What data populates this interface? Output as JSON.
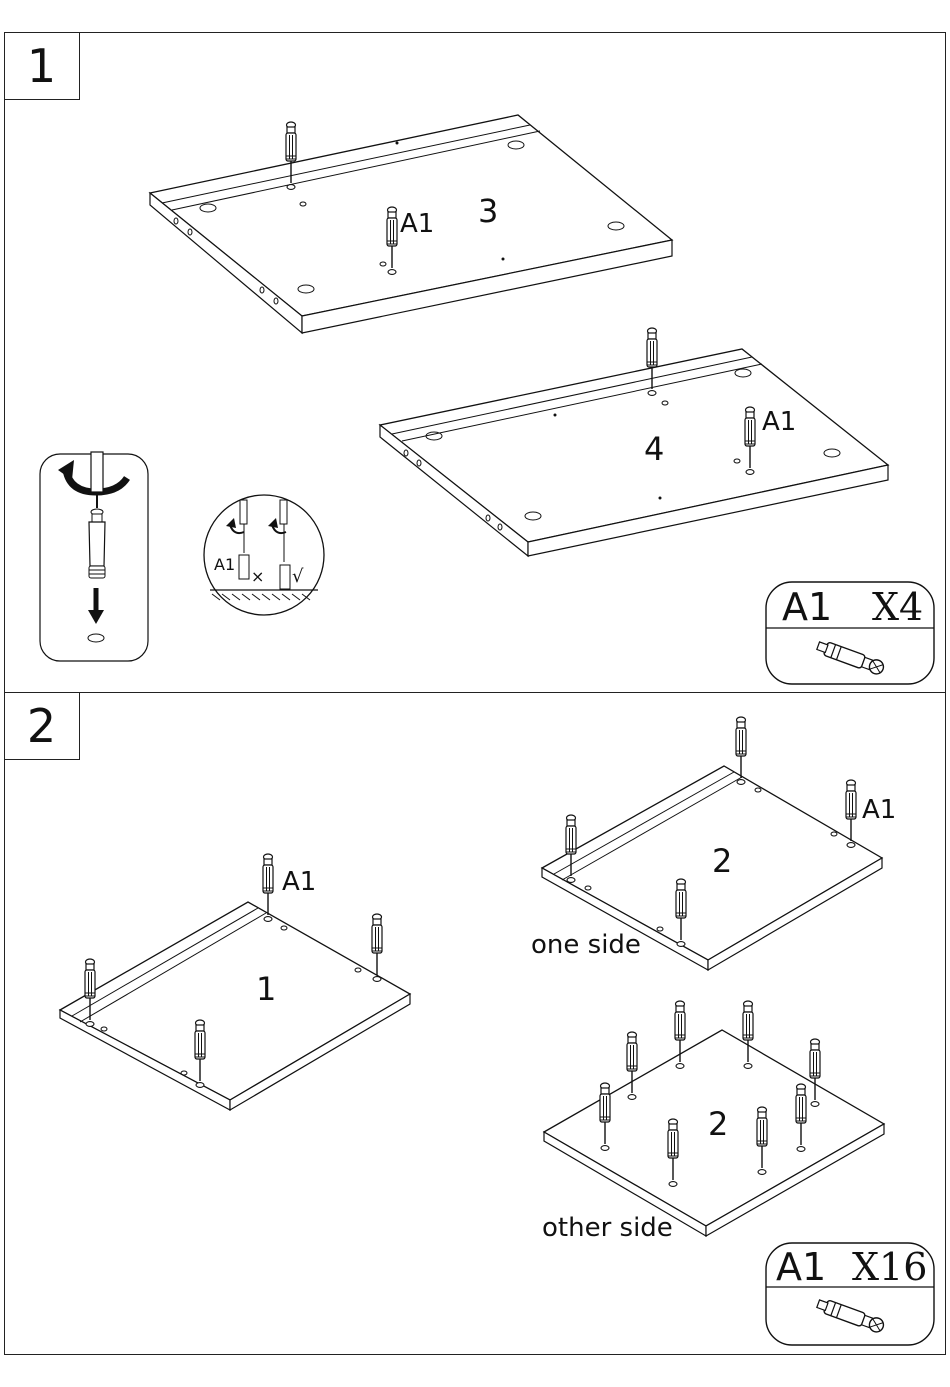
{
  "steps": {
    "step1": "1",
    "step2": "2"
  },
  "step1": {
    "board_top_label": "3",
    "board_bottom_label": "4",
    "callout_top": "A1",
    "callout_bottom": "A1",
    "detail_label": "A1",
    "wrong_mark": "×",
    "right_mark": "√",
    "legend_part": "A1",
    "legend_qty": "X4"
  },
  "step2": {
    "board_left_label": "1",
    "board_right_top_label": "2",
    "board_right_bottom_label": "2",
    "callout_left": "A1",
    "callout_right": "A1",
    "caption_one_side": "one side",
    "caption_other_side": "other side",
    "legend_part": "A1",
    "legend_qty": "X16"
  },
  "icons": [
    "rotate-arrow-icon",
    "down-arrow-icon",
    "cam-bolt-icon",
    "screwdriver-icon"
  ]
}
